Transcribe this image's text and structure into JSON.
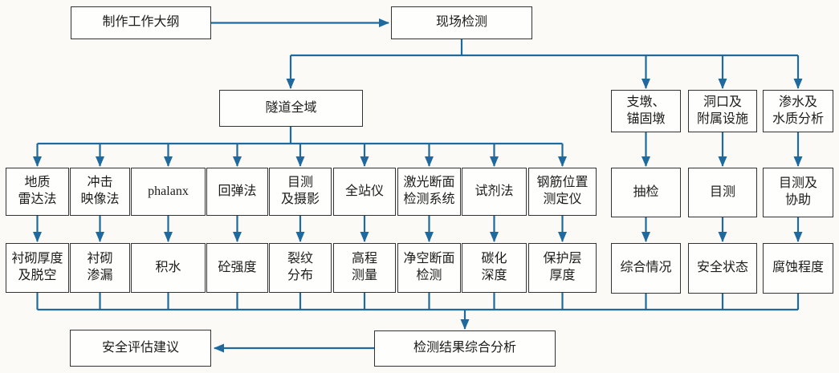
{
  "colors": {
    "line_blue": "#1e699e",
    "box_border": "#333333",
    "box_fill": "#fefefc",
    "page_background": "#fbfaf6",
    "text": "#1c1c1c"
  },
  "flow": {
    "outline": "制作工作大纲",
    "site_inspection": "现场检测",
    "tunnel_whole": "隧道全域",
    "analysis": "检测结果综合分析",
    "advice": "安全评估建议"
  },
  "main_columns": [
    {
      "method": "地质\n雷达法",
      "result": "衬砌厚度\n及脱空"
    },
    {
      "method": "冲击\n映像法",
      "result": "衬砌\n渗漏"
    },
    {
      "method": "phalanx",
      "result": "积水"
    },
    {
      "method": "回弹法",
      "result": "砼强度"
    },
    {
      "method": "目测\n及摄影",
      "result": "裂纹\n分布"
    },
    {
      "method": "全站仪",
      "result": "高程\n测量"
    },
    {
      "method": "激光断面\n检测系统",
      "result": "净空断面\n检测"
    },
    {
      "method": "试剂法",
      "result": "碳化\n深度"
    },
    {
      "method": "钢筋位置\n测定仪",
      "result": "保护层\n厚度"
    }
  ],
  "side_columns": [
    {
      "object": "支墩、\n锚固墩",
      "method": "抽检",
      "result": "综合情况"
    },
    {
      "object": "洞口及\n附属设施",
      "method": "目测",
      "result": "安全状态"
    },
    {
      "object": "渗水及\n水质分析",
      "method": "目测及\n协助",
      "result": "腐蚀程度"
    }
  ]
}
